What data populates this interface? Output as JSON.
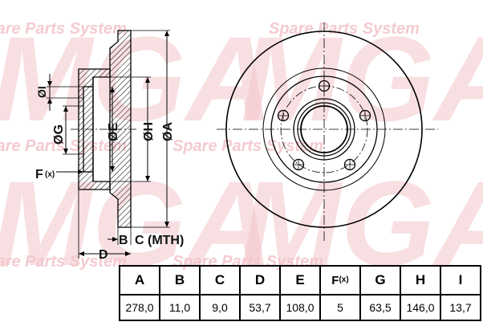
{
  "watermark": {
    "brand": "MGA",
    "tagline": "Spare Parts System",
    "color": "#f3c6cc"
  },
  "labels": {
    "I": "ØI",
    "G": "ØG",
    "E": "ØE",
    "H": "ØH",
    "A": "ØA",
    "F": "F",
    "F_sub": "(x)",
    "B": "B",
    "C": "C (MTH)",
    "D": "D"
  },
  "table": {
    "headers": [
      "A",
      "B",
      "C",
      "D",
      "E",
      "F",
      "G",
      "H",
      "I"
    ],
    "f_sub": "(x)",
    "values": [
      "278,0",
      "11,0",
      "9,0",
      "53,7",
      "108,0",
      "5",
      "63,5",
      "146,0",
      "13,7"
    ]
  },
  "colors": {
    "line": "#000000",
    "hatch": "#000000",
    "text": "#111111"
  }
}
